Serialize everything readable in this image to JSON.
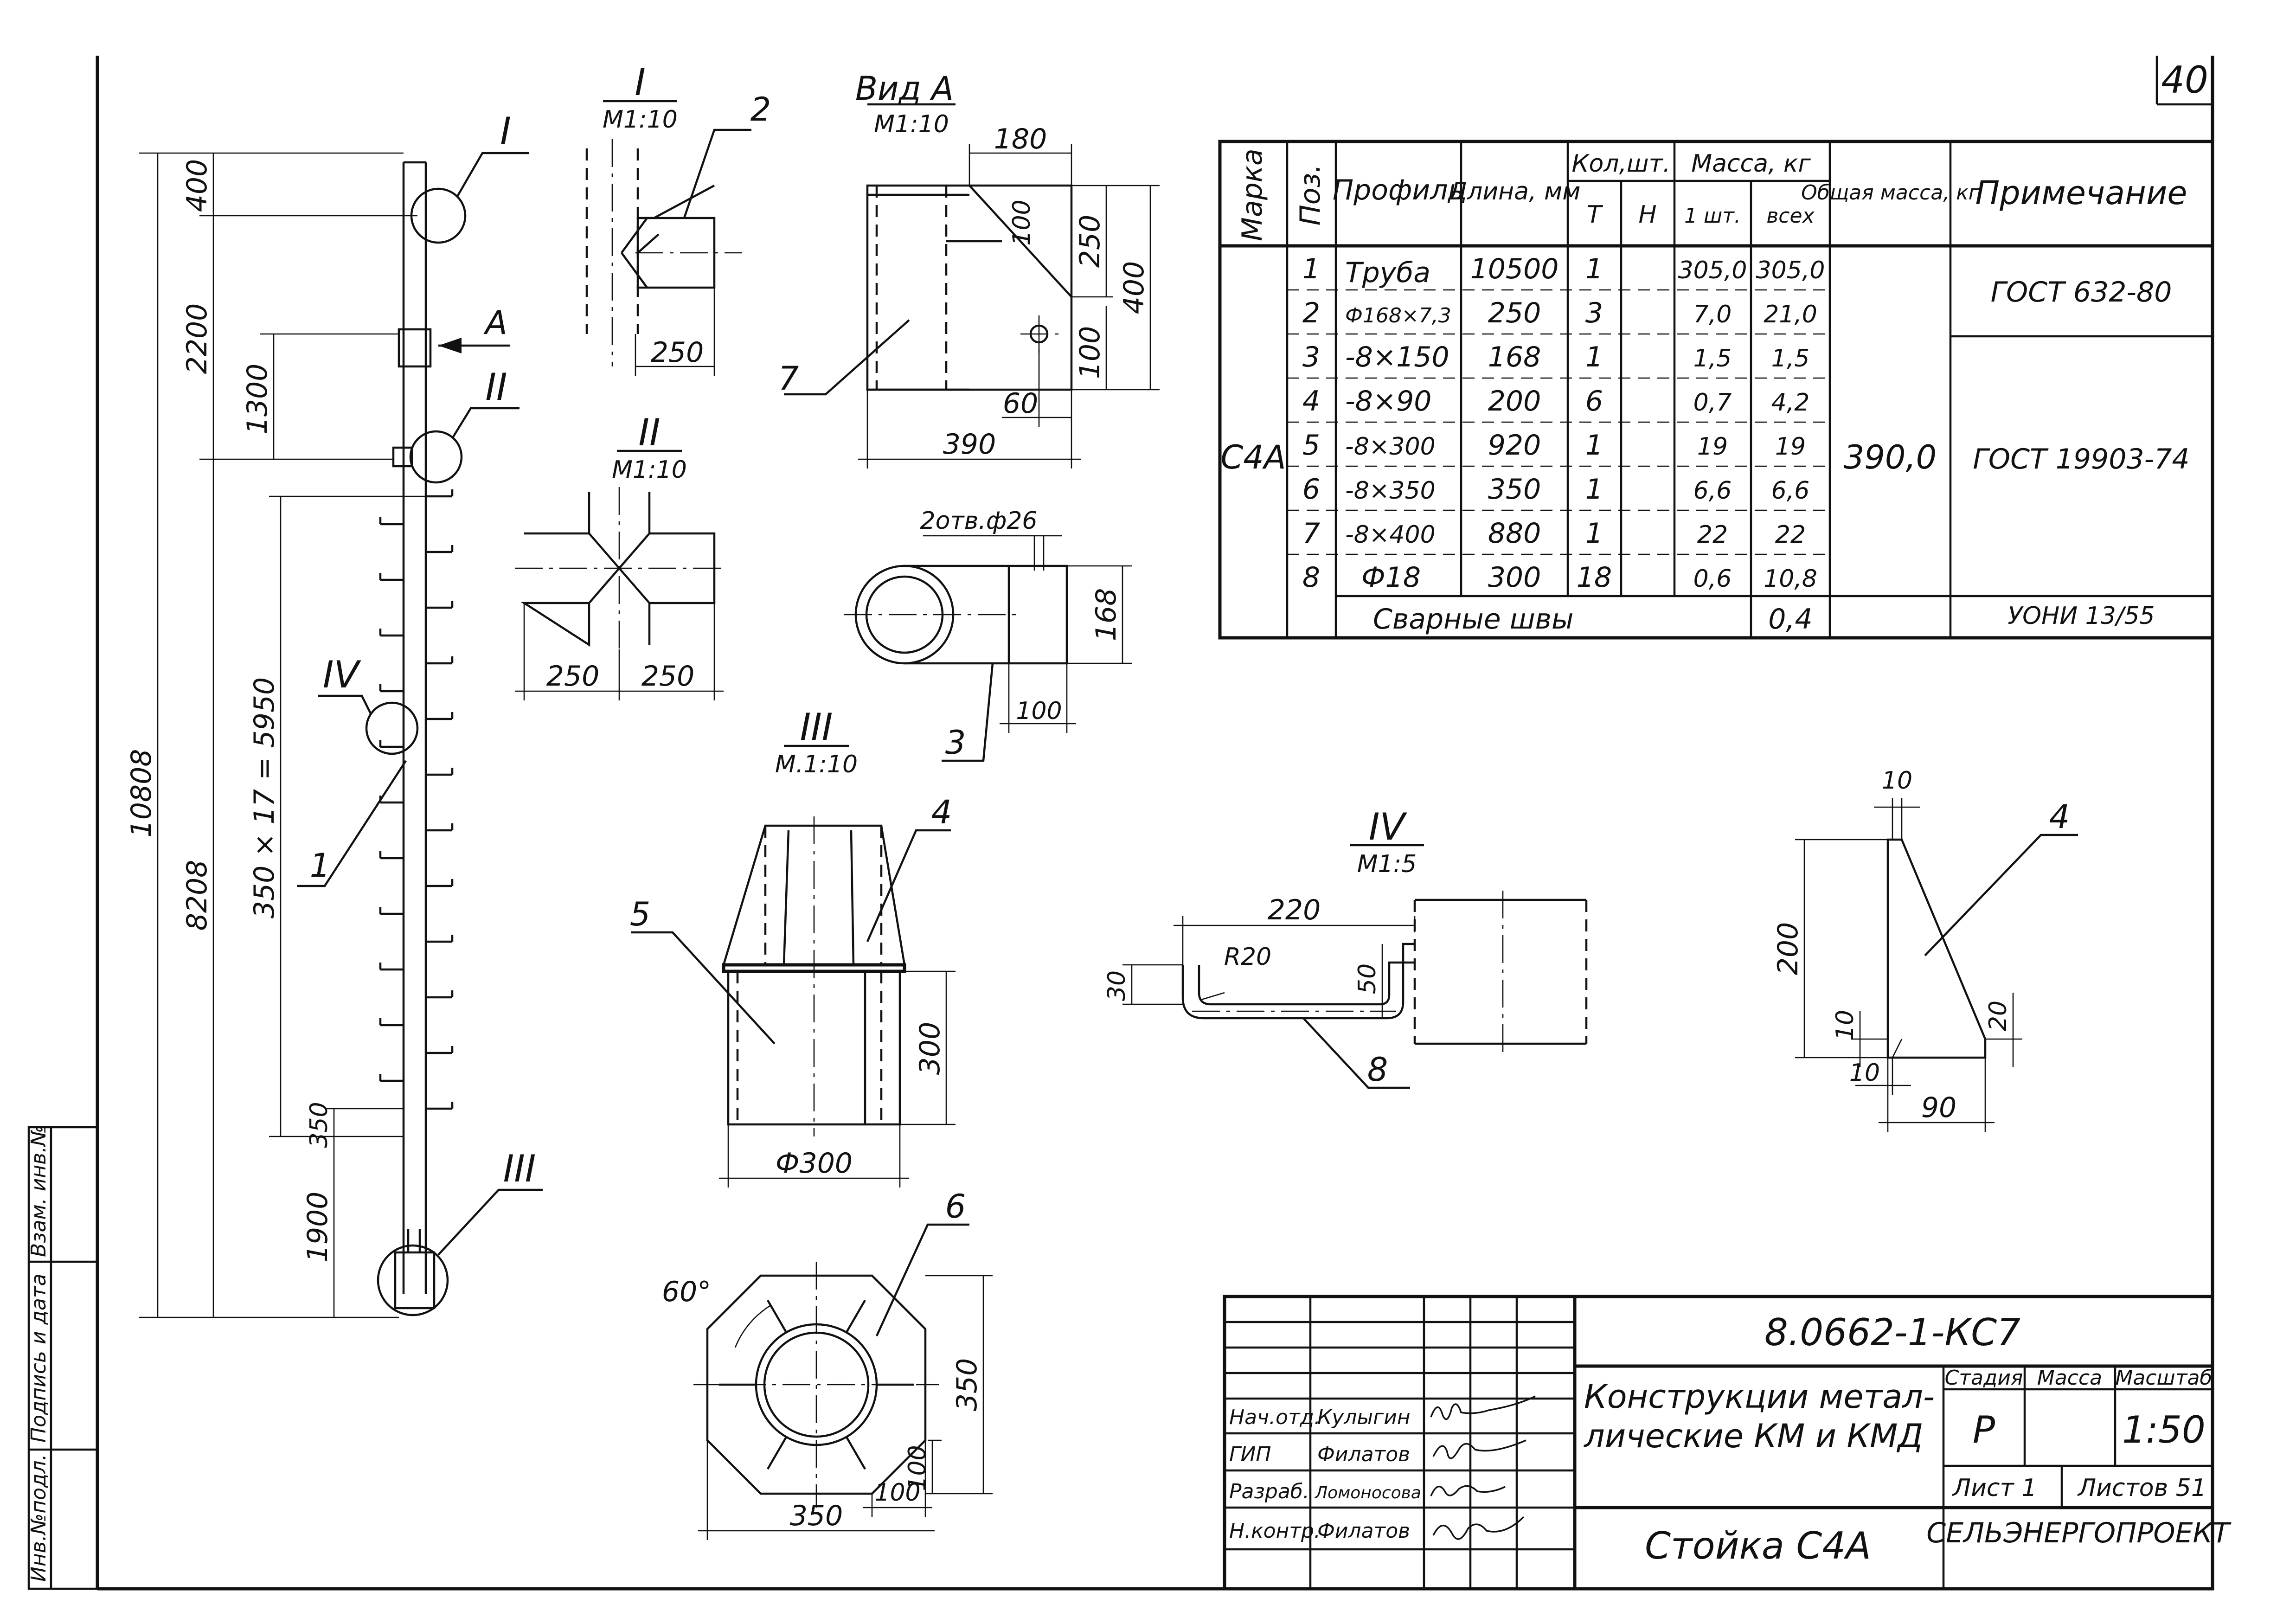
{
  "sheet": {
    "page_number": "40"
  },
  "views": {
    "node1": {
      "label": "I",
      "scale": "M1:10",
      "pos": "2",
      "dim_width": "250"
    },
    "viewA": {
      "label": "Вид А",
      "scale": "М1:10",
      "d180": "180",
      "d100a": "100",
      "d250": "250",
      "d400": "400",
      "d100b": "100",
      "d60": "60",
      "d390": "390",
      "pos": "7"
    },
    "node2": {
      "label": "II",
      "scale": "M1:10",
      "d250l": "250",
      "d250r": "250"
    },
    "part3": {
      "holes": "2отв.ф26",
      "d168": "168",
      "d100": "100",
      "pos": "3"
    },
    "node3": {
      "label": "III",
      "scale": "M.1:10",
      "pos4": "4",
      "pos5": "5",
      "d300": "300",
      "dia": "Ф300"
    },
    "node4": {
      "label": "IV",
      "scale": "M1:5",
      "d220": "220",
      "radius": "R20",
      "d50": "50",
      "d30": "30",
      "pos": "8"
    },
    "part4": {
      "pos": "4",
      "d10top": "10",
      "d200": "200",
      "d10l": "10",
      "d10b": "10",
      "d20": "20",
      "d90": "90"
    },
    "part6": {
      "pos": "6",
      "angle": "60°",
      "d350v": "350",
      "d100v": "100",
      "d100h": "100",
      "d350h": "350"
    },
    "column": {
      "callouts": {
        "I": "I",
        "II": "II",
        "III": "III",
        "IV": "IV",
        "A": "A",
        "pos1": "1"
      },
      "dims": {
        "d400": "400",
        "d2200": "2200",
        "d1300": "1300",
        "d10808": "10808",
        "d8208": "8208",
        "d5950": "350 × 17 = 5950",
        "d350": "350",
        "d1900": "1900"
      }
    }
  },
  "spec_table": {
    "headers": {
      "mark": "Марка",
      "pos": "Поз.",
      "profile": "Профиль",
      "length": "Длина, мм",
      "qty": "Кол,шт.",
      "qty_t": "Т",
      "qty_n": "Н",
      "mass": "Масса, кг",
      "mass_one": "1 шт.",
      "mass_all": "всех",
      "total": "Общая масса, кг",
      "note": "Примечание"
    },
    "mark": "С4А",
    "total_mass": "390,0",
    "notes": [
      "ГОСТ 632-80",
      "ГОСТ 19903-74",
      "УОНИ 13/55"
    ],
    "rows": [
      {
        "pos": "1",
        "profile": "Труба",
        "length": "10500",
        "qty": "1",
        "one": "305,0",
        "all": "305,0"
      },
      {
        "pos": "2",
        "profile": "Ф168×7,3",
        "length": "250",
        "qty": "3",
        "one": "7,0",
        "all": "21,0"
      },
      {
        "pos": "3",
        "profile": "-8×150",
        "length": "168",
        "qty": "1",
        "one": "1,5",
        "all": "1,5"
      },
      {
        "pos": "4",
        "profile": "-8×90",
        "length": "200",
        "qty": "6",
        "one": "0,7",
        "all": "4,2"
      },
      {
        "pos": "5",
        "profile": "-8×300",
        "length": "920",
        "qty": "1",
        "one": "19",
        "all": "19"
      },
      {
        "pos": "6",
        "profile": "-8×350",
        "length": "350",
        "qty": "1",
        "one": "6,6",
        "all": "6,6"
      },
      {
        "pos": "7",
        "profile": "-8×400",
        "length": "880",
        "qty": "1",
        "one": "22",
        "all": "22"
      },
      {
        "pos": "8",
        "profile": "Ф18",
        "length": "300",
        "qty": "18",
        "one": "0,6",
        "all": "10,8"
      }
    ],
    "welds": {
      "label": "Сварные швы",
      "mass": "0,4"
    }
  },
  "stamp": {
    "code": "8.0662-1-КС7",
    "project_line1": "Конструкции метал-",
    "project_line2": "лические КМ и КМД",
    "title": "Стойка С4А",
    "stage_label": "Стадия",
    "mass_label": "Масса",
    "scale_label": "Масштаб",
    "stage": "Р",
    "scale": "1:50",
    "sheet_label": "Лист 1",
    "sheets_label": "Листов 51",
    "org": "СЕЛЬЭНЕРГОПРОЕКТ",
    "roles": [
      {
        "role": "Нач.отд.",
        "name": "Кулыгин"
      },
      {
        "role": "ГИП",
        "name": "Филатов"
      },
      {
        "role": "Разраб.",
        "name": "Ломоносова"
      },
      {
        "role": "Н.контр.",
        "name": "Филатов"
      }
    ]
  },
  "side_stamp": {
    "f1": "Инв.№подл.",
    "f2": "Подпись и дата",
    "f3": "Взам. инв.№"
  }
}
